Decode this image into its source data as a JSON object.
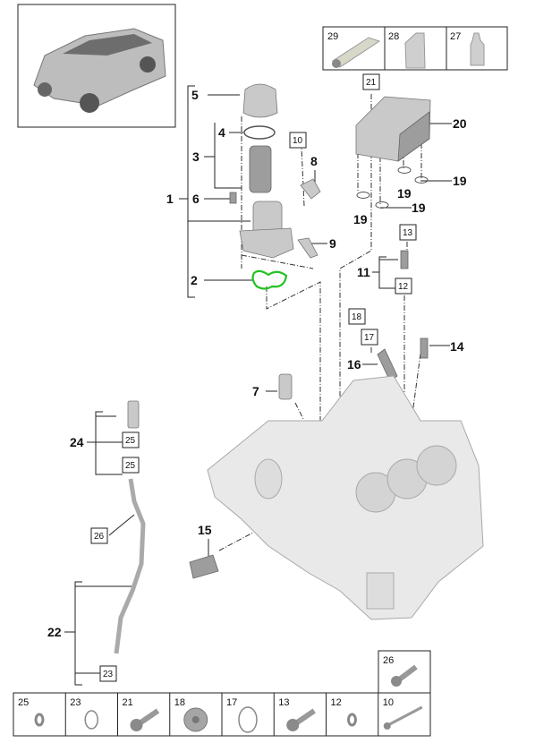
{
  "diagram": {
    "accent_color": "#22c322",
    "callouts": [
      "5",
      "4",
      "3",
      "1",
      "6",
      "8",
      "9",
      "2",
      "20",
      "19",
      "19",
      "19",
      "19",
      "11",
      "14",
      "16",
      "7",
      "24",
      "15",
      "22"
    ],
    "boxed_refs": [
      "10",
      "21",
      "13",
      "12",
      "18",
      "17",
      "25",
      "25",
      "26",
      "23"
    ],
    "top_parts": [
      {
        "number": "29",
        "icon": "tube-icon"
      },
      {
        "number": "28",
        "icon": "oil-canister-icon"
      },
      {
        "number": "27",
        "icon": "oil-bottle-icon"
      }
    ],
    "bottom_parts": [
      {
        "number": "25",
        "icon": "seal-ring-icon"
      },
      {
        "number": "23",
        "icon": "o-ring-icon"
      },
      {
        "number": "21",
        "icon": "bolt-icon"
      },
      {
        "number": "18",
        "icon": "plug-screw-icon"
      },
      {
        "number": "17",
        "icon": "o-ring-icon"
      },
      {
        "number": "13",
        "icon": "bolt-icon"
      },
      {
        "number": "12",
        "icon": "seal-ring-icon"
      },
      {
        "number": "10",
        "icon": "long-bolt-icon"
      }
    ],
    "extra_part": {
      "number": "26",
      "icon": "bolt-icon"
    }
  }
}
